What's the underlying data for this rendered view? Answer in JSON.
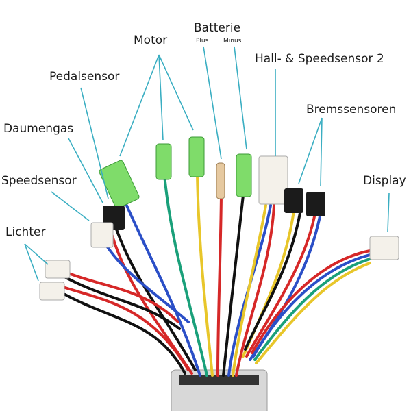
{
  "labels": {
    "motor": "Motor",
    "batterie": "Batterie",
    "plus": "Plus",
    "minus": "Minus",
    "hall": "Hall- & Speedsensor 2",
    "pedal": "Pedalsensor",
    "brems": "Bremssensoren",
    "daumengas": "Daumengas",
    "speedsensor": "Speedsensor",
    "display": "Display",
    "lichter": "Lichter"
  },
  "colors": {
    "leader": "#3aaec2",
    "connector_green": "#7fdc6a"
  }
}
